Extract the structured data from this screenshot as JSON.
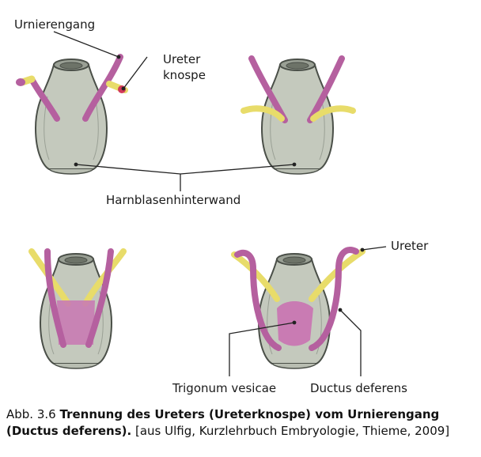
{
  "labels": {
    "urnierengang": "Urnierengang",
    "ureter_knospe_line1": "Ureter",
    "ureter_knospe_line2": "knospe",
    "harnblasenhinterwand": "Harnblasenhinterwand",
    "ureter": "Ureter",
    "trigonum": "Trigonum vesicae",
    "ductus": "Ductus deferens"
  },
  "caption": {
    "number": "Abb. 3.6",
    "title": "Trennung des Ureters (Ureterknospe) vom Urnierengang (Ductus deferens).",
    "source": "[aus Ulfig, Kurzlehrbuch Embryologie, Thieme, 2009]"
  },
  "colors": {
    "bladder": "#c4c9bd",
    "bladder_outline": "#4a4f48",
    "duct_purple": "#b5609f",
    "ureter_yellow": "#e8dc6a",
    "trigonum_pink": "#c97bb3",
    "bud_red": "#d23a5a"
  }
}
